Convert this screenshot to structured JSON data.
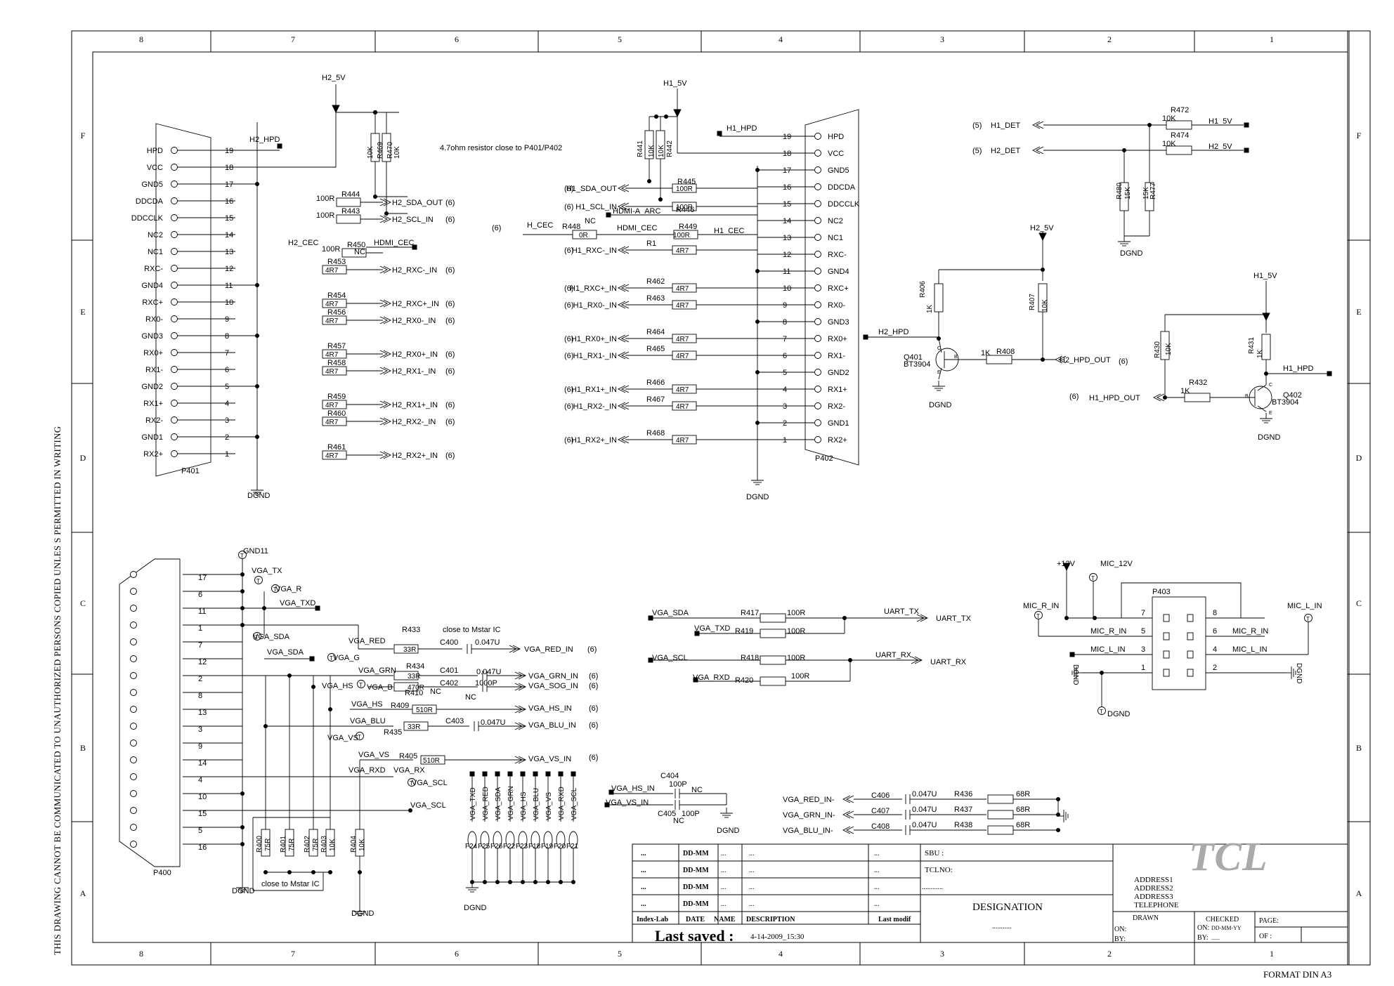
{
  "border": {
    "cols_top": [
      "8",
      "7",
      "6",
      "5",
      "4",
      "3",
      "2",
      "1"
    ],
    "rows_left": [
      "F",
      "E",
      "D",
      "C",
      "B",
      "A"
    ]
  },
  "notes": {
    "side": "THIS DRAWING CANNOT BE COMMUNICATED TO UNAUTHORIZED PERSONS COPIED UNLES S PERMITTED IN WRITING",
    "format": "FORMAT DIN A3",
    "resistor_note": "4.7ohm resistor close to P401/P402",
    "close_mstar_1": "close to Mstar IC",
    "close_mstar_2": "close to Mstar IC"
  },
  "nets": {
    "h2_5v": "H2_5V",
    "h1_5v": "H1_5V",
    "dgnd": "DGND",
    "gnd11": "GND11",
    "p12v": "+12V",
    "mic_12v": "MIC_12V"
  },
  "p401": {
    "ref": "P401",
    "pins": [
      {
        "n": "19",
        "label": "HPD"
      },
      {
        "n": "18",
        "label": "VCC"
      },
      {
        "n": "17",
        "label": "GND5"
      },
      {
        "n": "16",
        "label": "DDCDA"
      },
      {
        "n": "15",
        "label": "DDCCLK"
      },
      {
        "n": "14",
        "label": "NC2"
      },
      {
        "n": "13",
        "label": "NC1"
      },
      {
        "n": "12",
        "label": "RXC-"
      },
      {
        "n": "11",
        "label": "GND4"
      },
      {
        "n": "10",
        "label": "RXC+"
      },
      {
        "n": "9",
        "label": "RX0-"
      },
      {
        "n": "8",
        "label": "GND3"
      },
      {
        "n": "7",
        "label": "RX0+"
      },
      {
        "n": "6",
        "label": "RX1-"
      },
      {
        "n": "5",
        "label": "GND2"
      },
      {
        "n": "4",
        "label": "RX1+"
      },
      {
        "n": "3",
        "label": "RX2-"
      },
      {
        "n": "2",
        "label": "GND1"
      },
      {
        "n": "1",
        "label": "RX2+"
      }
    ],
    "h2_hpd": "H2_HPD",
    "h2_cec": "H2_CEC",
    "hdmi_cec": "HDMI_CEC",
    "nc": "NC",
    "signals": [
      {
        "res": "R444",
        "val": "100R",
        "net": "H2_SDA_OUT",
        "ref": "(6)"
      },
      {
        "res": "R443",
        "val": "100R",
        "net": "H2_SCL_IN",
        "ref": "(6)"
      },
      {
        "res": "R450",
        "val": "100R",
        "net": "",
        "ref": ""
      },
      {
        "res": "R453",
        "val": "4R7",
        "net": "H2_RXC-_IN",
        "ref": "(6)"
      },
      {
        "res": "R454",
        "val": "4R7",
        "net": "H2_RXC+_IN",
        "ref": "(6)"
      },
      {
        "res": "R456",
        "val": "4R7",
        "net": "H2_RX0-_IN",
        "ref": "(6)"
      },
      {
        "res": "R457",
        "val": "4R7",
        "net": "H2_RX0+_IN",
        "ref": "(6)"
      },
      {
        "res": "R458",
        "val": "4R7",
        "net": "H2_RX1-_IN",
        "ref": "(6)"
      },
      {
        "res": "R459",
        "val": "4R7",
        "net": "H2_RX1+_IN",
        "ref": "(6)"
      },
      {
        "res": "R460",
        "val": "4R7",
        "net": "H2_RX2-_IN",
        "ref": "(6)"
      },
      {
        "res": "R461",
        "val": "4R7",
        "net": "H2_RX2+_IN",
        "ref": "(6)"
      }
    ],
    "pullups": [
      {
        "ref": "R469",
        "val": "10K"
      },
      {
        "ref": "R470",
        "val": "10K"
      }
    ]
  },
  "p402": {
    "ref": "P402",
    "pins": [
      {
        "n": "19",
        "label": "HPD"
      },
      {
        "n": "18",
        "label": "VCC"
      },
      {
        "n": "17",
        "label": "GND5"
      },
      {
        "n": "16",
        "label": "DDCDA"
      },
      {
        "n": "15",
        "label": "DDCCLK"
      },
      {
        "n": "14",
        "label": "NC2"
      },
      {
        "n": "13",
        "label": "NC1"
      },
      {
        "n": "12",
        "label": "RXC-"
      },
      {
        "n": "11",
        "label": "GND4"
      },
      {
        "n": "10",
        "label": "RXC+"
      },
      {
        "n": "9",
        "label": "RX0-"
      },
      {
        "n": "8",
        "label": "GND3"
      },
      {
        "n": "7",
        "label": "RX0+"
      },
      {
        "n": "6",
        "label": "RX1-"
      },
      {
        "n": "5",
        "label": "GND2"
      },
      {
        "n": "4",
        "label": "RX1+"
      },
      {
        "n": "3",
        "label": "RX2-"
      },
      {
        "n": "2",
        "label": "GND1"
      },
      {
        "n": "1",
        "label": "RX2+"
      }
    ],
    "h1_hpd": "H1_HPD",
    "h_cec": "H_CEC",
    "hdmi_a_arc": "HDMI-A_ARC",
    "hdmi_cec": "HDMI_CEC",
    "h1_cec": "H1_CEC",
    "nc": "NC",
    "r446": "R446",
    "r448": {
      "ref": "R448",
      "val": "0R"
    },
    "r449": {
      "ref": "R449",
      "val": "100R"
    },
    "signals": [
      {
        "res": "R445",
        "val": "100R",
        "net": "H1_SDA_OUT",
        "ref": "(6)"
      },
      {
        "res": "",
        "val": "100R",
        "net": "H1_SCL_IN",
        "ref": "(6)"
      },
      {
        "res": "R1",
        "val": "4R7",
        "net": "H1_RXC-_IN",
        "ref": "(6)"
      },
      {
        "res": "R462",
        "val": "4R7",
        "net": "H1_RXC+_IN",
        "ref": "(6)"
      },
      {
        "res": "R463",
        "val": "4R7",
        "net": "H1_RX0-_IN",
        "ref": "(6)"
      },
      {
        "res": "R464",
        "val": "4R7",
        "net": "H1_RX0+_IN",
        "ref": "(6)"
      },
      {
        "res": "R465",
        "val": "4R7",
        "net": "H1_RX1-_IN",
        "ref": "(6)"
      },
      {
        "res": "R466",
        "val": "4R7",
        "net": "H1_RX1+_IN",
        "ref": "(6)"
      },
      {
        "res": "R467",
        "val": "4R7",
        "net": "H1_RX2-_IN",
        "ref": "(6)"
      },
      {
        "res": "R468",
        "val": "4R7",
        "net": "H1_RX2+_IN",
        "ref": "(6)"
      }
    ],
    "pullups": [
      {
        "ref": "R441",
        "val": "10K"
      },
      {
        "ref": "R442",
        "val": "10K"
      }
    ],
    "h_cec_ref": "(6)"
  },
  "det": {
    "h1_det": "H1_DET",
    "h2_det": "H2_DET",
    "ref": "(5)",
    "r472": {
      "ref": "R472",
      "val": "10K",
      "net": "H1_5V"
    },
    "r474": {
      "ref": "R474",
      "val": "10K",
      "net": "H2_5V"
    },
    "r480": {
      "ref": "R480",
      "val": "15K"
    },
    "r477": {
      "ref": "R477",
      "val": "15K"
    }
  },
  "hpd2": {
    "h2_hpd": "H2_HPD",
    "r406": {
      "ref": "R406",
      "val": "1K"
    },
    "r407": {
      "ref": "R407",
      "val": "10K"
    },
    "q": "Q401",
    "q_type": "BT3904",
    "r408": {
      "ref": "R408",
      "val": "1K"
    },
    "out": "H2_HPD_OUT",
    "out_ref": "(6)",
    "pin_c": "C",
    "pin_b": "B",
    "pin_e": "E"
  },
  "hpd1": {
    "h1_hpd": "H1_HPD",
    "r430": {
      "ref": "R430",
      "val": "10K"
    },
    "r431": {
      "ref": "R431",
      "val": "1K"
    },
    "q": "Q402",
    "q_type": "BT3904",
    "r432": {
      "ref": "R432",
      "val": "1K"
    },
    "out": "H1_HPD_OUT",
    "out_ref": "(6)",
    "pin_c": "C",
    "pin_b": "B",
    "pin_e": "E"
  },
  "vga": {
    "ref": "P400",
    "pins": [
      "17",
      "6",
      "11",
      "1",
      "7",
      "12",
      "2",
      "8",
      "13",
      "3",
      "9",
      "14",
      "4",
      "10",
      "15",
      "5",
      "16"
    ],
    "tps": [
      "VGA_TX",
      "VGA_R",
      "VGA_TXD",
      "VGA_SDA",
      "VGA_SDA",
      "VGA_G",
      "VGA_HS",
      "VGA_VS",
      "VGA_RXD",
      "VGA_RX",
      "VGA_SCL",
      "VGA_SCL"
    ],
    "nets": {
      "red": "VGA_RED",
      "grn": "VGA_GRN",
      "b": "VGA_B",
      "hs": "VGA_HS",
      "blu": "VGA_BLU",
      "vs": "VGA_VS"
    },
    "r433": {
      "ref": "R433",
      "val": "33R"
    },
    "c400": {
      "ref": "C400",
      "val": "0.047U",
      "net": "VGA_RED_IN",
      "ref6": "(6)"
    },
    "r434": {
      "ref": "R434",
      "val": "33R"
    },
    "c401": {
      "ref": "C401",
      "val": "0.047U",
      "net": "VGA_GRN_IN",
      "ref6": "(6)"
    },
    "r410": {
      "ref": "R410",
      "val": "470R",
      "nc": "NC"
    },
    "c402": {
      "ref": "C402",
      "val": "1000P",
      "net": "VGA_SOG_IN",
      "ref6": "(6)",
      "nc": "NC"
    },
    "r409": {
      "ref": "R409",
      "val": "510R",
      "net": "VGA_HS_IN",
      "ref6": "(6)"
    },
    "r435": {
      "ref": "R435",
      "val": "33R"
    },
    "c403": {
      "ref": "C403",
      "val": "0.047U",
      "net": "VGA_BLU_IN",
      "ref6": "(6)"
    },
    "r405": {
      "ref": "R405",
      "val": "510R",
      "net": "VGA_VS_IN",
      "ref6": "(6)"
    },
    "term": [
      {
        "ref": "R400",
        "val": "75R"
      },
      {
        "ref": "R401",
        "val": "75R"
      },
      {
        "ref": "R402",
        "val": "75R"
      },
      {
        "ref": "R403",
        "val": "10K"
      },
      {
        "ref": "R404",
        "val": "10K"
      }
    ]
  },
  "ferrites": {
    "nets": [
      "VGA_TXD",
      "VGA_RED",
      "VGA_SDA",
      "VGA_GRN",
      "VGA_HS",
      "VGA_BLU",
      "VGA_VS",
      "VGA_RXD",
      "VGA_SCL"
    ],
    "refs": [
      "F24",
      "F25",
      "F26",
      "F22",
      "F23",
      "F18",
      "F19",
      "F20",
      "F21"
    ]
  },
  "uart": {
    "vga_sda": "VGA_SDA",
    "vga_txd": "VGA_TXD",
    "vga_scl": "VGA_SCL",
    "vga_rxd": "VGA_RXD",
    "r417": {
      "ref": "R417",
      "val": "100R"
    },
    "r419": {
      "ref": "R419",
      "val": "100R"
    },
    "r418": {
      "ref": "R418",
      "val": "100R"
    },
    "r420": {
      "ref": "R420",
      "val": "100R"
    },
    "uart_tx": "UART_TX",
    "uart_rx": "UART_RX"
  },
  "sync": {
    "hs_in": "VGA_HS_IN",
    "vs_in": "VGA_VS_IN",
    "c404": {
      "ref": "C404",
      "val": "100P",
      "nc": "NC"
    },
    "c405": {
      "ref": "C405",
      "val": "100P",
      "nc": "NC"
    }
  },
  "vgaminus": {
    "rows": [
      {
        "net": "VGA_RED_IN-",
        "c": "C406",
        "cv": "0.047U",
        "r": "R436",
        "rv": "68R"
      },
      {
        "net": "VGA_GRN_IN-",
        "c": "C407",
        "cv": "0.047U",
        "r": "R437",
        "rv": "68R"
      },
      {
        "net": "VGA_BLU_IN-",
        "c": "C408",
        "cv": "0.047U",
        "r": "R438",
        "rv": "68R"
      }
    ]
  },
  "mic": {
    "ref": "P403",
    "mic_r_in": "MIC_R_IN",
    "mic_l_in": "MIC_L_IN",
    "pins_left": [
      "7",
      "5",
      "3",
      "1"
    ],
    "pins_right": [
      "8",
      "6",
      "4",
      "2"
    ]
  },
  "titleblock": {
    "rows": [
      {
        "a": "...",
        "b": "DD-MM",
        "c": "...",
        "d": "...",
        "e": "..."
      },
      {
        "a": "...",
        "b": "DD-MM",
        "c": "...",
        "d": "...",
        "e": "..."
      },
      {
        "a": "...",
        "b": "DD-MM",
        "c": "...",
        "d": "...",
        "e": "..."
      },
      {
        "a": "...",
        "b": "DD-MM",
        "c": "...",
        "d": "...",
        "e": "..."
      }
    ],
    "hdr": {
      "a": "Index-Lab",
      "b": "DATE",
      "c": "NAME",
      "d": "DESCRIPTION",
      "e": "Last modif"
    },
    "last_saved": "Last saved :",
    "last_saved_date": "4-14-2009_15:30",
    "sbu": "SBU :",
    "tclno": "TCLNO:",
    "dots": "............",
    "designation": "DESIGNATION",
    "designation_dots": "...........",
    "address": [
      "ADDRESS1",
      "ADDRESS2",
      "ADDRESS3",
      "TELEPHONE"
    ],
    "logo": "TCL",
    "drawn": "DRAWN",
    "checked": "CHECKED",
    "on": "ON:",
    "by": "BY:",
    "on_date": "DD-MM-YY",
    "by_val": "......",
    "page": "PAGE:",
    "of": "OF :"
  }
}
